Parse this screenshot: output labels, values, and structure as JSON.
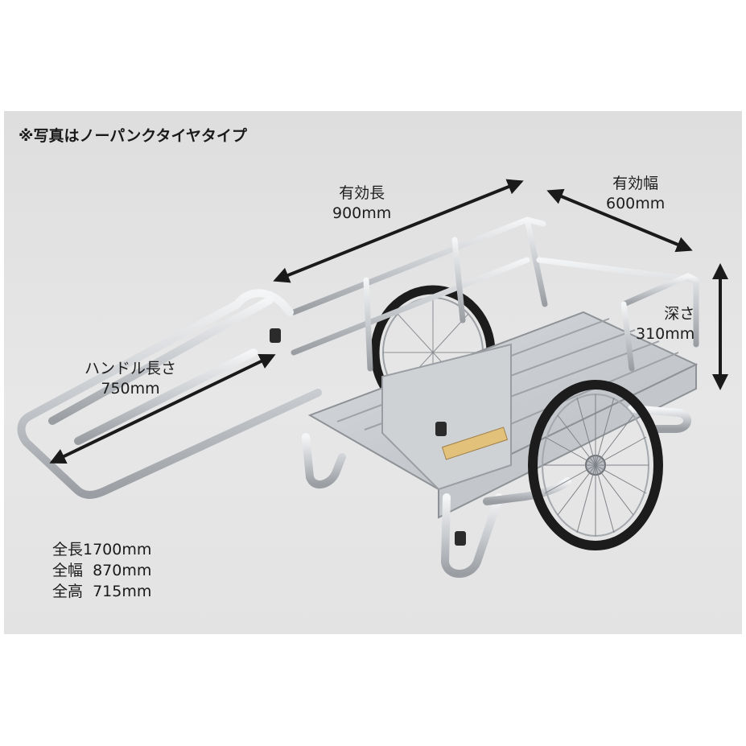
{
  "note": "※写真はノーパンクタイヤタイプ",
  "dimensions": {
    "effective_length": {
      "label": "有効長",
      "value": "900mm"
    },
    "effective_width": {
      "label": "有効幅",
      "value": "600mm"
    },
    "depth": {
      "label": "深さ",
      "value": "310mm"
    },
    "handle_length": {
      "label": "ハンドル長さ",
      "value": "750mm"
    }
  },
  "specs": {
    "total_length": "全長1700mm",
    "total_width": "全幅  870mm",
    "total_height": "全高  715mm"
  },
  "colors": {
    "background": "#e3e3e3",
    "frame": "#c9ccd0",
    "tire": "#1c1c1c",
    "arrow": "#1a1a1a"
  }
}
